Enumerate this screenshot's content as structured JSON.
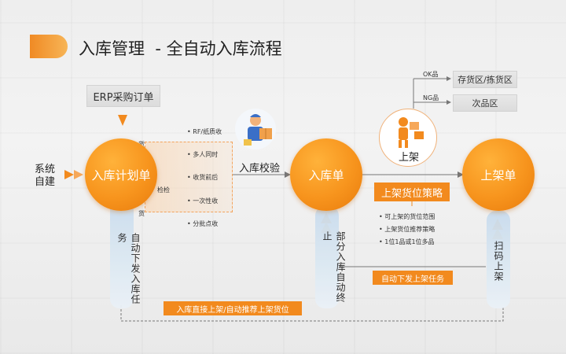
{
  "title": "入库管理  - 全自动入库流程",
  "nodes": {
    "plan": "入库计划单",
    "receipt": "入库单",
    "shelving": "上架单"
  },
  "erp_label": "ERP采购订单",
  "system_label": "系统\n自建",
  "system_label_top": "系统",
  "system_label_bottom": "自建",
  "inspection": {
    "arrow_label": "入库校验",
    "header_char": "检检",
    "side_top": "货",
    "side_bottom": "货",
    "options": [
      "RF/纸质收",
      "多人同时",
      "收货前后",
      "一次性收",
      "分批点收"
    ]
  },
  "shelving_icon_label": "上架",
  "branches": [
    {
      "tag": "OK品",
      "box": "存货区/拣货区"
    },
    {
      "tag": "NG品",
      "box": "次品区"
    }
  ],
  "strategy": {
    "title": "上架货位策略",
    "items": [
      "可上架的货位范围",
      "上架货位推荐策略",
      "1位1品或1位多品"
    ]
  },
  "pills": {
    "left": "自动下发入库任务",
    "middle": "部分入库自动终止",
    "right": "扫码上架"
  },
  "auto_task": "自动下发上架任务",
  "bottom_label": "入库直接上架/自动推荐上架货位",
  "colors": {
    "accent": "#f28a1e",
    "accent_light": "#ffb23a",
    "pill": "#cfdfee",
    "gray_box": "#e0e0e0"
  }
}
